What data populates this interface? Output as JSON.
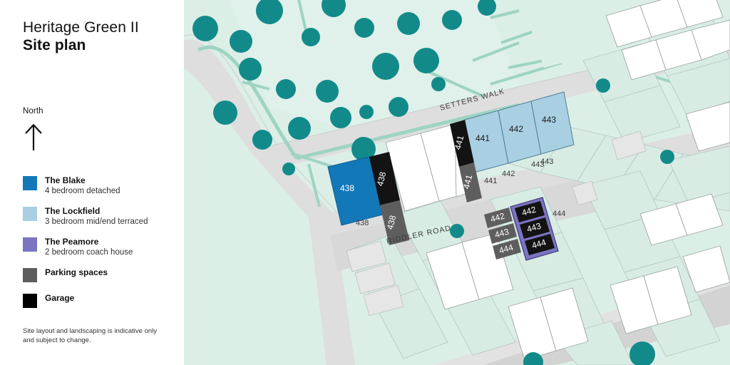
{
  "sidebar": {
    "title_line1": "Heritage Green II",
    "title_line2": "Site plan",
    "north_label": "North",
    "north_icon": "north-arrow-icon",
    "legend": [
      {
        "name": "The Blake",
        "desc": "4 bedroom detached",
        "color": "#1278b8"
      },
      {
        "name": "The Lockfield",
        "desc": "3 bedroom mid/end terraced",
        "color": "#a9cfe2"
      },
      {
        "name": "The Peamore",
        "desc": "2 bedroom coach house",
        "color": "#7b74c0"
      },
      {
        "name": "Parking spaces",
        "desc": "",
        "color": "#5e5e5e"
      },
      {
        "name": "Garage",
        "desc": "",
        "color": "#000000"
      }
    ],
    "disclaimer": "Site layout and landscaping is indicative only and subject to change."
  },
  "map": {
    "colors": {
      "background": "#dcefe7",
      "plot_fill": "#d8ece4",
      "road": "#dedede",
      "road_dark": "#d3d3d3",
      "building": "#ffffff",
      "building_outline": "#9aa5a2",
      "tree": "#138a8a",
      "hedge": "#9ed3c2",
      "blake": "#1278b8",
      "lockfield": "#a9cfe2",
      "peamore": "#7b74c0",
      "parking": "#5e5e5e",
      "garage": "#131313"
    },
    "roads": [
      {
        "name": "SETTERS WALK"
      },
      {
        "name": "RIDDLER ROAD"
      }
    ],
    "plot_labels": [
      {
        "num": "438"
      },
      {
        "num": "441"
      },
      {
        "num": "442"
      },
      {
        "num": "443"
      },
      {
        "num": "443"
      },
      {
        "num": "444"
      }
    ],
    "units": [
      {
        "plot": "438",
        "type": "The Blake",
        "garage": "438",
        "parking": "438"
      },
      {
        "plot": "441",
        "type": "The Lockfield",
        "garage": "441",
        "parking": "441"
      },
      {
        "plot": "442",
        "type": "The Lockfield"
      },
      {
        "plot": "443",
        "type": "The Lockfield"
      },
      {
        "plot": "442",
        "type": "The Peamore",
        "garage": "442",
        "parking": "442"
      },
      {
        "plot": "443",
        "type": "The Peamore",
        "garage": "443",
        "parking": "443"
      },
      {
        "plot": "444",
        "type": "The Peamore",
        "garage": "444",
        "parking": "444"
      }
    ]
  }
}
